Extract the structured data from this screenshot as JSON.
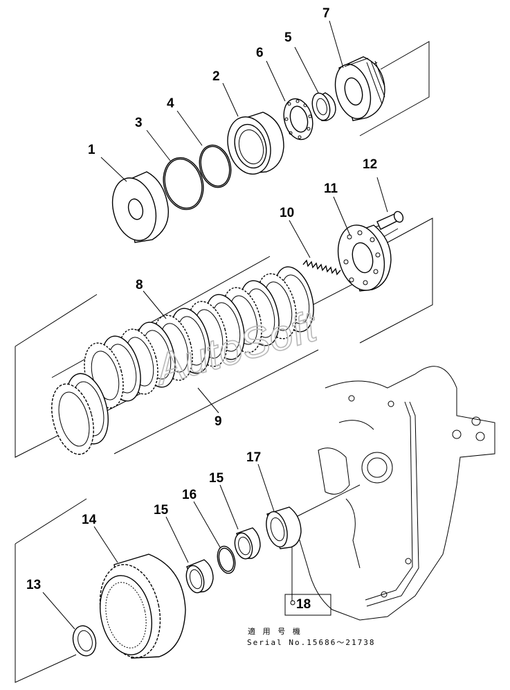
{
  "callouts": {
    "c1": "1",
    "c2": "2",
    "c3": "3",
    "c4": "4",
    "c5": "5",
    "c6": "6",
    "c7": "7",
    "c8": "8",
    "c9": "9",
    "c10": "10",
    "c11": "11",
    "c12": "12",
    "c13": "13",
    "c14": "14",
    "c15a": "15",
    "c15b": "15",
    "c16": "16",
    "c17": "17",
    "c18": "18"
  },
  "applicability_note": {
    "heading": "適 用 号 機",
    "serial": "Serial No.15686～21738"
  },
  "watermark": "AutoSoft"
}
